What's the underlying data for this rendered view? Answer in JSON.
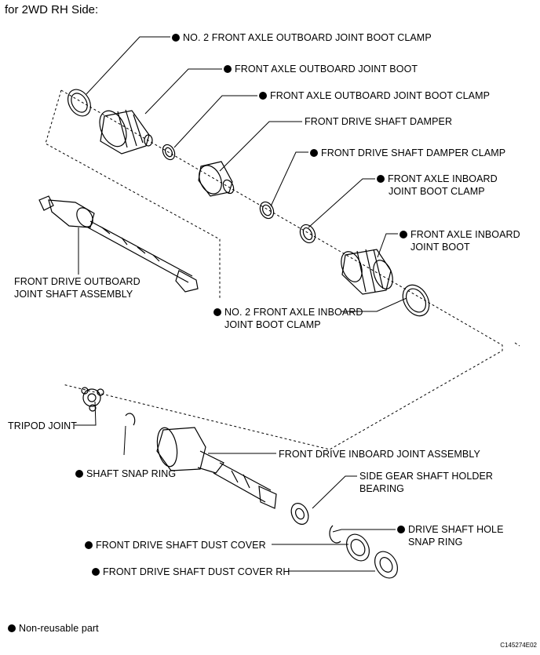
{
  "heading": "for 2WD RH Side:",
  "legend": "Non-reusable part",
  "figure_code": "C145274E02",
  "labels": {
    "no2_outboard_clamp": "NO. 2 FRONT AXLE OUTBOARD JOINT BOOT CLAMP",
    "outboard_boot": "FRONT AXLE OUTBOARD JOINT BOOT",
    "outboard_clamp": "FRONT AXLE OUTBOARD JOINT BOOT CLAMP",
    "damper": "FRONT DRIVE SHAFT DAMPER",
    "damper_clamp": "FRONT DRIVE SHAFT DAMPER CLAMP",
    "inboard_clamp_1": "FRONT AXLE INBOARD",
    "inboard_clamp_2": "JOINT BOOT CLAMP",
    "inboard_boot_1": "FRONT AXLE INBOARD",
    "inboard_boot_2": "JOINT BOOT",
    "outboard_shaft_1": "FRONT DRIVE OUTBOARD",
    "outboard_shaft_2": "JOINT SHAFT ASSEMBLY",
    "no2_inboard_clamp_1": "NO. 2 FRONT AXLE INBOARD",
    "no2_inboard_clamp_2": "JOINT BOOT CLAMP",
    "tripod": "TRIPOD JOINT",
    "snap_ring": "SHAFT SNAP RING",
    "inboard_joint": "FRONT DRIVE INBOARD JOINT ASSEMBLY",
    "bearing_1": "SIDE GEAR SHAFT HOLDER",
    "bearing_2": "BEARING",
    "hole_snap_1": "DRIVE SHAFT HOLE",
    "hole_snap_2": "SNAP RING",
    "dust_cover": "FRONT DRIVE SHAFT DUST COVER",
    "dust_cover_rh": "FRONT DRIVE SHAFT DUST COVER RH"
  }
}
